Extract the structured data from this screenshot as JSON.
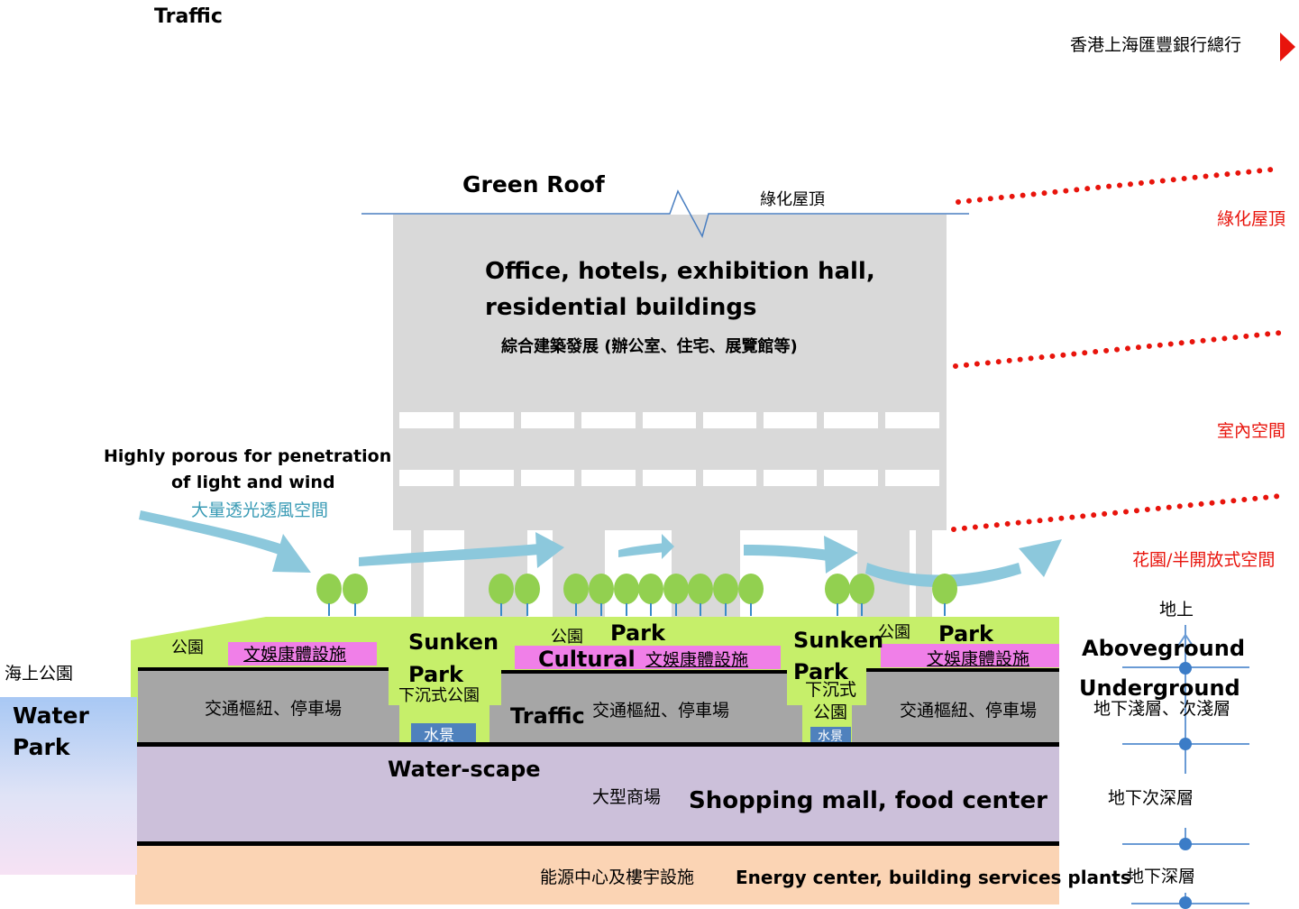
{
  "header": {
    "top_left": "Traffic",
    "top_right": "香港上海匯豐銀行總行"
  },
  "labels": {
    "green_roof_en": "Green Roof",
    "green_roof_zh": "綠化屋頂",
    "building_en_1": "Office, hotels, exhibition hall,",
    "building_en_2": "residential buildings",
    "building_zh": "綜合建築發展 (辦公室、住宅、展覽館等)",
    "porous_en_1": "Highly porous for penetration",
    "porous_en_2": "of  light and wind",
    "porous_zh": "大量透光透風空間",
    "park_zh_1": "公園",
    "park_zh_2": "公園",
    "park_zh_3": "公園",
    "park_en_1": "Park",
    "park_en_2": "Park",
    "cultural_zh_1": "文娛康體設施",
    "cultural_zh_2": "文娛康體設施",
    "cultural_zh_3": "文娛康體設施",
    "cultural_en": "Cultural",
    "sunken_en_1a": "Sunken",
    "sunken_en_1b": "Park",
    "sunken_en_2a": "Sunken",
    "sunken_en_2b": "Park",
    "sunken_zh_1": "下沉式公園",
    "sunken_zh_2a": "下沉式",
    "sunken_zh_2b": "公園",
    "water_zh_1": "水景",
    "water_zh_2": "水景",
    "traffic_zh_1": "交通樞紐、停車場",
    "traffic_zh_2": "交通樞紐、停車場",
    "traffic_zh_3": "交通樞紐、停車場",
    "traffic_en": "Traffic",
    "waterscape_en": "Water-scape",
    "mall_zh": "大型商場",
    "mall_en": "Shopping mall, food center",
    "energy_zh": "能源中心及樓宇設施",
    "energy_en": "Energy center, building services plants",
    "sea_park_zh": "海上公園",
    "water_park_en_1": "Water",
    "water_park_en_2": "Park"
  },
  "legend": {
    "green_roof": "綠化屋頂",
    "indoor": "室內空間",
    "garden": "花園/半開放式空間"
  },
  "scale": {
    "above_zh": "地上",
    "above_en": "Aboveground",
    "under_en": "Underground",
    "shallow_zh": "地下淺層、次淺層",
    "mid_zh": "地下次深層",
    "deep_zh": "地下深層"
  },
  "colors": {
    "building_gray": "#d9d9d9",
    "green": "#c6ef6a",
    "tree_green": "#92d050",
    "cultural_pink": "#f07fe8",
    "traffic_gray": "#a6a6a6",
    "mall_lavender": "#ccc0da",
    "energy_peach": "#fbd4b4",
    "water_blue": "#4f81bd",
    "arrow_blue": "#8cc8dc",
    "dot_red": "#e8140c"
  }
}
